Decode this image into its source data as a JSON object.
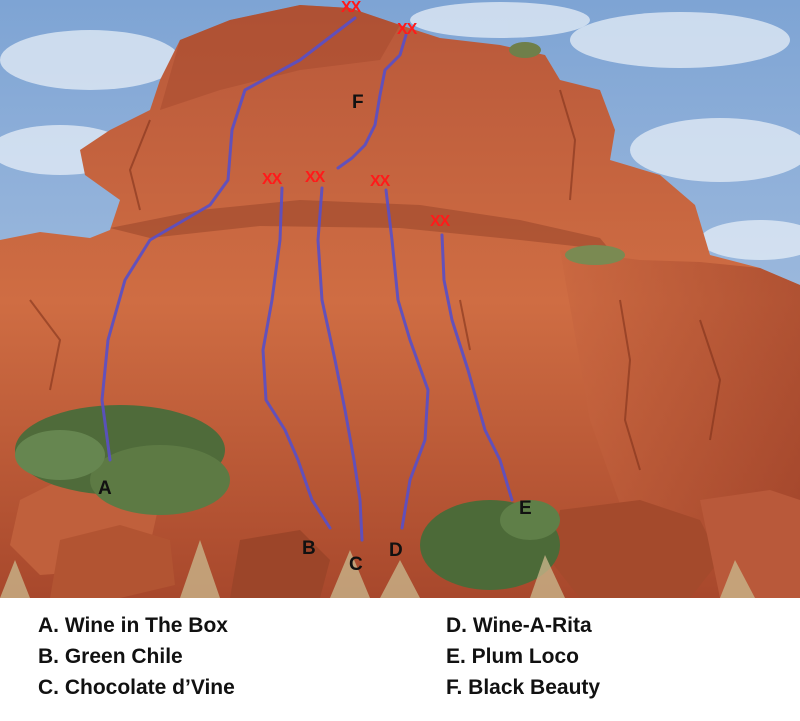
{
  "photo": {
    "routes": [
      {
        "id": "A",
        "label": "A"
      },
      {
        "id": "B",
        "label": "B"
      },
      {
        "id": "C",
        "label": "C"
      },
      {
        "id": "D",
        "label": "D"
      },
      {
        "id": "E",
        "label": "E"
      },
      {
        "id": "F",
        "label": "F"
      }
    ],
    "anchor_mark": "XX",
    "colors": {
      "route_line": "#5a4fc4",
      "anchor": "#ff1a1a",
      "rock": "#c9623a",
      "sky": "#8fb0d6"
    }
  },
  "legend": {
    "left": [
      "A.  Wine in The Box",
      "B.  Green Chile",
      "C.  Chocolate d’Vine"
    ],
    "right": [
      "D.  Wine-A-Rita",
      "E.  Plum Loco",
      "F.  Black Beauty"
    ]
  }
}
